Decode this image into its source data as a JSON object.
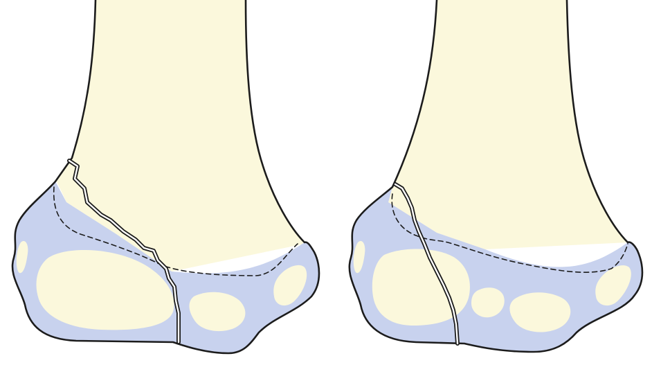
{
  "colors": {
    "bone_shaft": "#fbf8dc",
    "cartilage": "#c8d2ee",
    "ossification_center": "#fbf8dc",
    "outline": "#1c1c1c",
    "background": "#ffffff"
  },
  "panels": [
    {
      "id": "left",
      "fracture_variant": "lateral-condyle-exits-trochlea"
    },
    {
      "id": "right",
      "fracture_variant": "lateral-condyle-exits-capitellotrochlear-groove"
    }
  ]
}
